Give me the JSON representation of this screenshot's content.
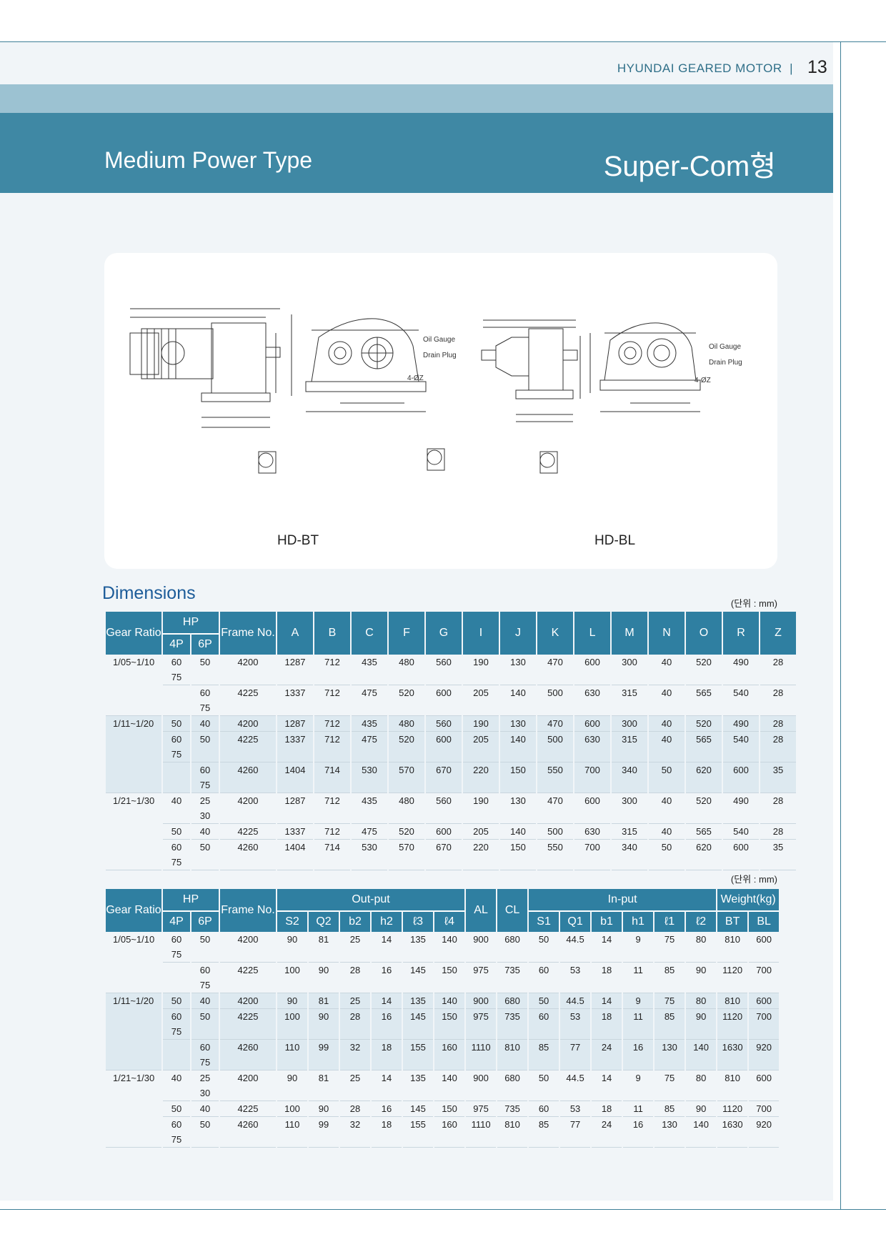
{
  "header": {
    "brand": "HYUNDAI GEARED MOTOR",
    "page_number": "13"
  },
  "banner": {
    "left_title": "Medium Power Type",
    "right_title": "Super-Com형"
  },
  "diagrams": {
    "model_left": "HD-BT",
    "model_right": "HD-BL",
    "labels": {
      "oil_gauge": "Oil Gauge",
      "drain_plug": "Drain Plug",
      "bolt": "4-ØZ"
    }
  },
  "section_title": "Dimensions",
  "unit_note": "(단위 : mm)",
  "table1": {
    "headers": {
      "gear_ratio": "Gear Ratio",
      "hp": "HP",
      "p4": "4P",
      "p6": "6P",
      "frame": "Frame No.",
      "cols": [
        "A",
        "B",
        "C",
        "F",
        "G",
        "I",
        "J",
        "K",
        "L",
        "M",
        "N",
        "O",
        "R",
        "Z"
      ]
    },
    "groups": [
      {
        "ratio": "1/05~1/10",
        "rows": [
          {
            "p4": [
              "60",
              "75"
            ],
            "p6": [
              "50"
            ],
            "frame": "4200",
            "vals": [
              "1287",
              "712",
              "435",
              "480",
              "560",
              "190",
              "130",
              "470",
              "600",
              "300",
              "40",
              "520",
              "490",
              "28"
            ]
          },
          {
            "p4": [],
            "p6": [
              "60",
              "75"
            ],
            "frame": "4225",
            "vals": [
              "1337",
              "712",
              "475",
              "520",
              "600",
              "205",
              "140",
              "500",
              "630",
              "315",
              "40",
              "565",
              "540",
              "28"
            ]
          }
        ]
      },
      {
        "ratio": "1/11~1/20",
        "rows": [
          {
            "p4": [
              "50"
            ],
            "p6": [
              "40"
            ],
            "frame": "4200",
            "vals": [
              "1287",
              "712",
              "435",
              "480",
              "560",
              "190",
              "130",
              "470",
              "600",
              "300",
              "40",
              "520",
              "490",
              "28"
            ]
          },
          {
            "p4": [
              "60",
              "75"
            ],
            "p6": [
              "50"
            ],
            "frame": "4225",
            "vals": [
              "1337",
              "712",
              "475",
              "520",
              "600",
              "205",
              "140",
              "500",
              "630",
              "315",
              "40",
              "565",
              "540",
              "28"
            ]
          },
          {
            "p4": [],
            "p6": [
              "60",
              "75"
            ],
            "frame": "4260",
            "vals": [
              "1404",
              "714",
              "530",
              "570",
              "670",
              "220",
              "150",
              "550",
              "700",
              "340",
              "50",
              "620",
              "600",
              "35"
            ]
          }
        ]
      },
      {
        "ratio": "1/21~1/30",
        "rows": [
          {
            "p4": [
              "40"
            ],
            "p6": [
              "25",
              "30"
            ],
            "frame": "4200",
            "vals": [
              "1287",
              "712",
              "435",
              "480",
              "560",
              "190",
              "130",
              "470",
              "600",
              "300",
              "40",
              "520",
              "490",
              "28"
            ]
          },
          {
            "p4": [
              "50"
            ],
            "p6": [
              "40"
            ],
            "frame": "4225",
            "vals": [
              "1337",
              "712",
              "475",
              "520",
              "600",
              "205",
              "140",
              "500",
              "630",
              "315",
              "40",
              "565",
              "540",
              "28"
            ]
          },
          {
            "p4": [
              "60",
              "75"
            ],
            "p6": [
              "50"
            ],
            "frame": "4260",
            "vals": [
              "1404",
              "714",
              "530",
              "570",
              "670",
              "220",
              "150",
              "550",
              "700",
              "340",
              "50",
              "620",
              "600",
              "35"
            ]
          }
        ]
      }
    ]
  },
  "table2": {
    "headers": {
      "gear_ratio": "Gear Ratio",
      "hp": "HP",
      "p4": "4P",
      "p6": "6P",
      "frame": "Frame No.",
      "output": "Out-put",
      "input": "In-put",
      "weight": "Weight(kg)",
      "al": "AL",
      "cl": "CL",
      "output_cols": [
        "S2",
        "Q2",
        "b2",
        "h2",
        "ℓ3",
        "ℓ4"
      ],
      "input_cols": [
        "S1",
        "Q1",
        "b1",
        "h1",
        "ℓ1",
        "ℓ2"
      ],
      "weight_cols": [
        "BT",
        "BL"
      ]
    },
    "groups": [
      {
        "ratio": "1/05~1/10",
        "rows": [
          {
            "p4": [
              "60",
              "75"
            ],
            "p6": [
              "50"
            ],
            "frame": "4200",
            "vals": [
              "90",
              "81",
              "25",
              "14",
              "135",
              "140",
              "900",
              "680",
              "50",
              "44.5",
              "14",
              "9",
              "75",
              "80",
              "810",
              "600"
            ]
          },
          {
            "p4": [],
            "p6": [
              "60",
              "75"
            ],
            "frame": "4225",
            "vals": [
              "100",
              "90",
              "28",
              "16",
              "145",
              "150",
              "975",
              "735",
              "60",
              "53",
              "18",
              "11",
              "85",
              "90",
              "1120",
              "700"
            ]
          }
        ]
      },
      {
        "ratio": "1/11~1/20",
        "rows": [
          {
            "p4": [
              "50"
            ],
            "p6": [
              "40"
            ],
            "frame": "4200",
            "vals": [
              "90",
              "81",
              "25",
              "14",
              "135",
              "140",
              "900",
              "680",
              "50",
              "44.5",
              "14",
              "9",
              "75",
              "80",
              "810",
              "600"
            ]
          },
          {
            "p4": [
              "60",
              "75"
            ],
            "p6": [
              "50"
            ],
            "frame": "4225",
            "vals": [
              "100",
              "90",
              "28",
              "16",
              "145",
              "150",
              "975",
              "735",
              "60",
              "53",
              "18",
              "11",
              "85",
              "90",
              "1120",
              "700"
            ]
          },
          {
            "p4": [],
            "p6": [
              "60",
              "75"
            ],
            "frame": "4260",
            "vals": [
              "110",
              "99",
              "32",
              "18",
              "155",
              "160",
              "1110",
              "810",
              "85",
              "77",
              "24",
              "16",
              "130",
              "140",
              "1630",
              "920"
            ]
          }
        ]
      },
      {
        "ratio": "1/21~1/30",
        "rows": [
          {
            "p4": [
              "40"
            ],
            "p6": [
              "25",
              "30"
            ],
            "frame": "4200",
            "vals": [
              "90",
              "81",
              "25",
              "14",
              "135",
              "140",
              "900",
              "680",
              "50",
              "44.5",
              "14",
              "9",
              "75",
              "80",
              "810",
              "600"
            ]
          },
          {
            "p4": [
              "50"
            ],
            "p6": [
              "40"
            ],
            "frame": "4225",
            "vals": [
              "100",
              "90",
              "28",
              "16",
              "145",
              "150",
              "975",
              "735",
              "60",
              "53",
              "18",
              "11",
              "85",
              "90",
              "1120",
              "700"
            ]
          },
          {
            "p4": [
              "60",
              "75"
            ],
            "p6": [
              "50"
            ],
            "frame": "4260",
            "vals": [
              "110",
              "99",
              "32",
              "18",
              "155",
              "160",
              "1110",
              "810",
              "85",
              "77",
              "24",
              "16",
              "130",
              "140",
              "1630",
              "920"
            ]
          }
        ]
      }
    ]
  }
}
